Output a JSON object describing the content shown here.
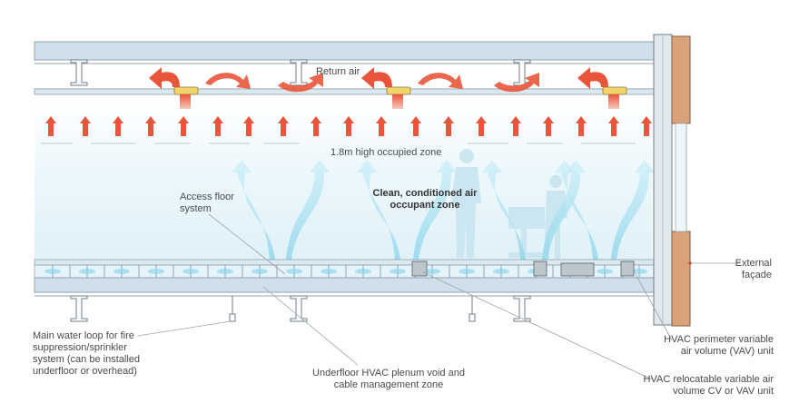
{
  "labels": {
    "return_air": "Return air",
    "occupied_zone": "1.8m high occupied zone",
    "access_floor": [
      "Access floor",
      "system"
    ],
    "clean_air": [
      "Clean, conditioned air",
      "occupant zone"
    ],
    "external_facade": [
      "External",
      "façade"
    ],
    "water_loop": [
      "Main water loop for fire",
      "suppression/sprinkler",
      "system (can be installed",
      "underfloor or overhead)"
    ],
    "plenum": [
      "Underfloor HVAC plenum void and",
      "cable management zone"
    ],
    "perimeter_vav": [
      "HVAC perimeter variable",
      "air volume (VAV) unit"
    ],
    "relocatable_vav": [
      "HVAC relocatable variable air",
      "volume CV or VAV unit"
    ]
  },
  "colors": {
    "slab": "#cfe0ea",
    "slab_edge": "#8fa4b0",
    "arrow_red": "#e8553a",
    "supply_blue": "#9fdcee",
    "facade": "#d9a27a",
    "occupant_zone": "#eaf6fb"
  }
}
